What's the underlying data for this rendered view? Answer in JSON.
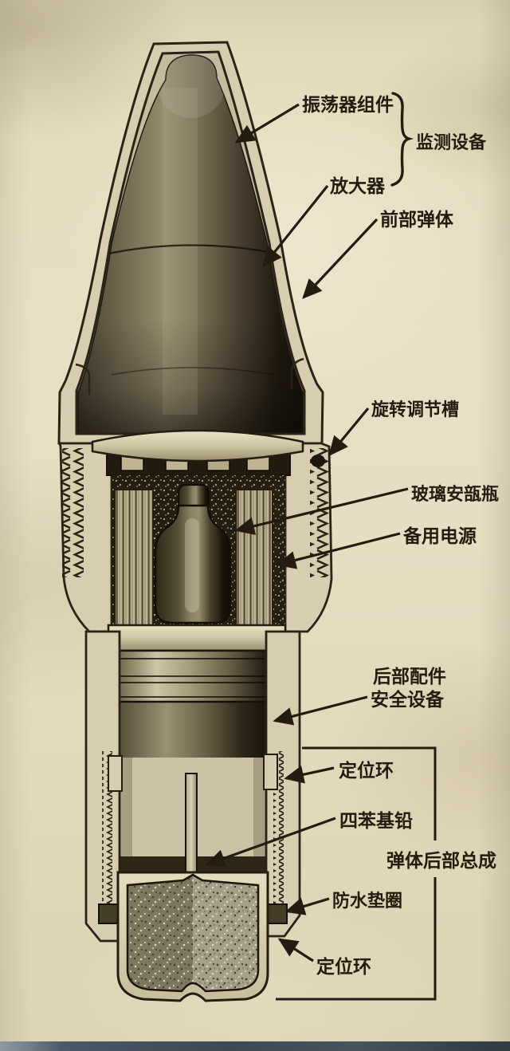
{
  "figure": {
    "kind": "cutaway-technical-diagram",
    "language": "zh",
    "labels": {
      "oscillator_assembly": "振荡器组件",
      "monitoring_equipment": "监测设备",
      "amplifier": "放大器",
      "front_projectile_body": "前部弹体",
      "rotation_adjust_slot": "旋转调节槽",
      "glass_ampoule": "玻璃安瓿瓶",
      "backup_power": "备用电源",
      "rear_fittings": "后部配件",
      "safety_device": "安全设备",
      "locating_ring_upper": "定位环",
      "tetraphenyl_lead": "四苯基铅",
      "rear_body_assembly": "弹体后部总成",
      "waterproof_gasket": "防水垫圈",
      "locating_ring_lower": "定位环"
    },
    "colors": {
      "paper": "#e8ddc2",
      "ink": "#241c0f",
      "wall_section": "#d8cdb0",
      "metal_dark": "#17120a",
      "metal_light": "#958a6c",
      "booster_fill_left": "#7f7860",
      "booster_fill_right": "#a59e8a",
      "bottom_strip": "#3a4954"
    }
  }
}
